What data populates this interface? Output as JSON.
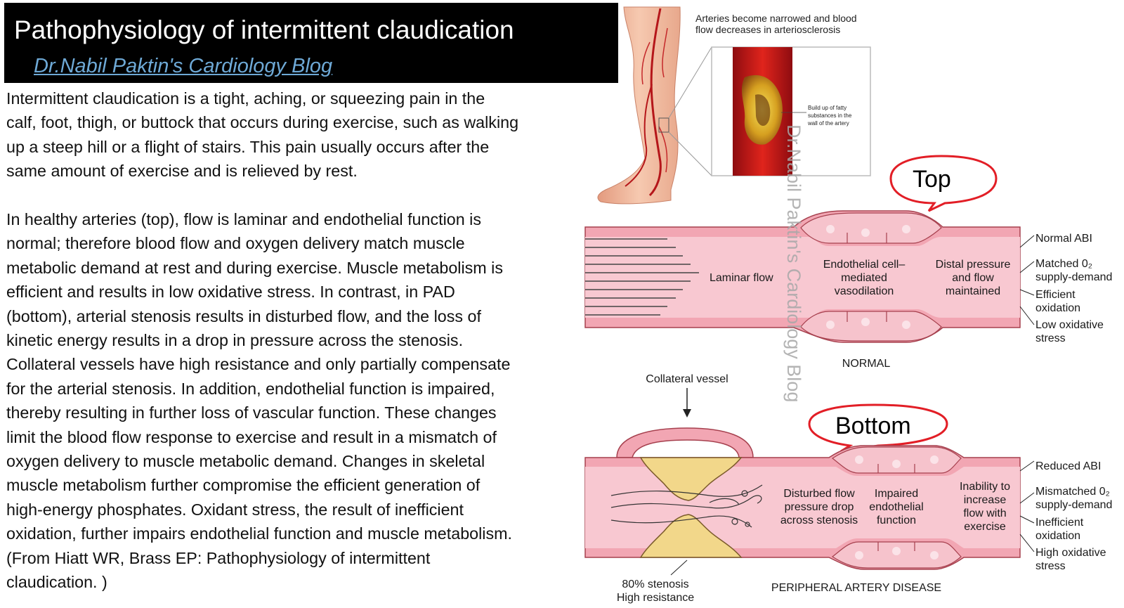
{
  "header": {
    "title": "Pathophysiology of intermittent claudication",
    "blog_link": "Dr.Nabil Paktin's Cardiology Blog"
  },
  "paragraphs": [
    "Intermittent claudication is a tight, aching, or squeezing pain in the\ncalf, foot, thigh, or buttock that occurs during exercise, such as walking\nup a steep hill or a flight of stairs. This pain usually occurs after the\nsame amount of exercise and is relieved by rest.",
    " In healthy arteries (top), flow is laminar and endothelial function is\nnormal; therefore blood flow and oxygen delivery match muscle\nmetabolic demand at rest and during exercise. Muscle metabolism is\nefficient and results in low oxidative stress. In contrast, in PAD\n(bottom), arterial stenosis results in disturbed flow, and the loss of\nkinetic energy results in a drop in pressure across the stenosis.\nCollateral vessels have high resistance and only partially compensate\nfor the arterial stenosis. In addition, endothelial function is impaired,\nthereby resulting in further loss of vascular function. These changes\nlimit the blood flow response to exercise and result in a mismatch of\noxygen delivery to muscle metabolic demand. Changes in skeletal\nmuscle metabolism further compromise the efficient generation of\nhigh-energy phosphates. Oxidant stress, the result of inefficient\noxidation, further impairs endothelial function and muscle metabolism.\n(From Hiatt WR, Brass EP: Pathophysiology of intermittent\nclaudication. )"
  ],
  "figure": {
    "artery_caption": [
      "Arteries become narrowed and blood",
      "flow decreases in arteriosclerosis"
    ],
    "inset_caption": [
      "Build up of fatty",
      "substances in the",
      "wall of the artery"
    ],
    "watermark": "Dr.Nabil Paktin's Cardiology Blog",
    "callout_top": "Top",
    "callout_bottom": "Bottom",
    "normal": {
      "laminar_flow": "Laminar flow",
      "endothelial": [
        "Endothelial cell–",
        "mediated",
        "vasodilation"
      ],
      "distal": [
        "Distal pressure",
        "and flow",
        "maintained"
      ],
      "heading": "NORMAL",
      "right_labels": [
        "Normal ABI",
        "Matched 0₂",
        "supply-demand",
        "Efficient",
        "oxidation",
        "Low oxidative",
        "stress"
      ]
    },
    "pad": {
      "collateral": "Collateral vessel",
      "disturbed": [
        "Disturbed flow",
        "pressure drop",
        "across stenosis"
      ],
      "impaired": [
        "Impaired",
        "endothelial",
        "function"
      ],
      "inability": [
        "Inability to",
        "increase",
        "flow with",
        "exercise"
      ],
      "stenosis": [
        "80% stenosis",
        "High resistance"
      ],
      "heading": "PERIPHERAL ARTERY DISEASE",
      "right_labels": [
        "Reduced ABI",
        "Mismatched 0₂",
        "supply-demand",
        "Inefficient",
        "oxidation",
        "High oxidative",
        "stress"
      ]
    }
  }
}
